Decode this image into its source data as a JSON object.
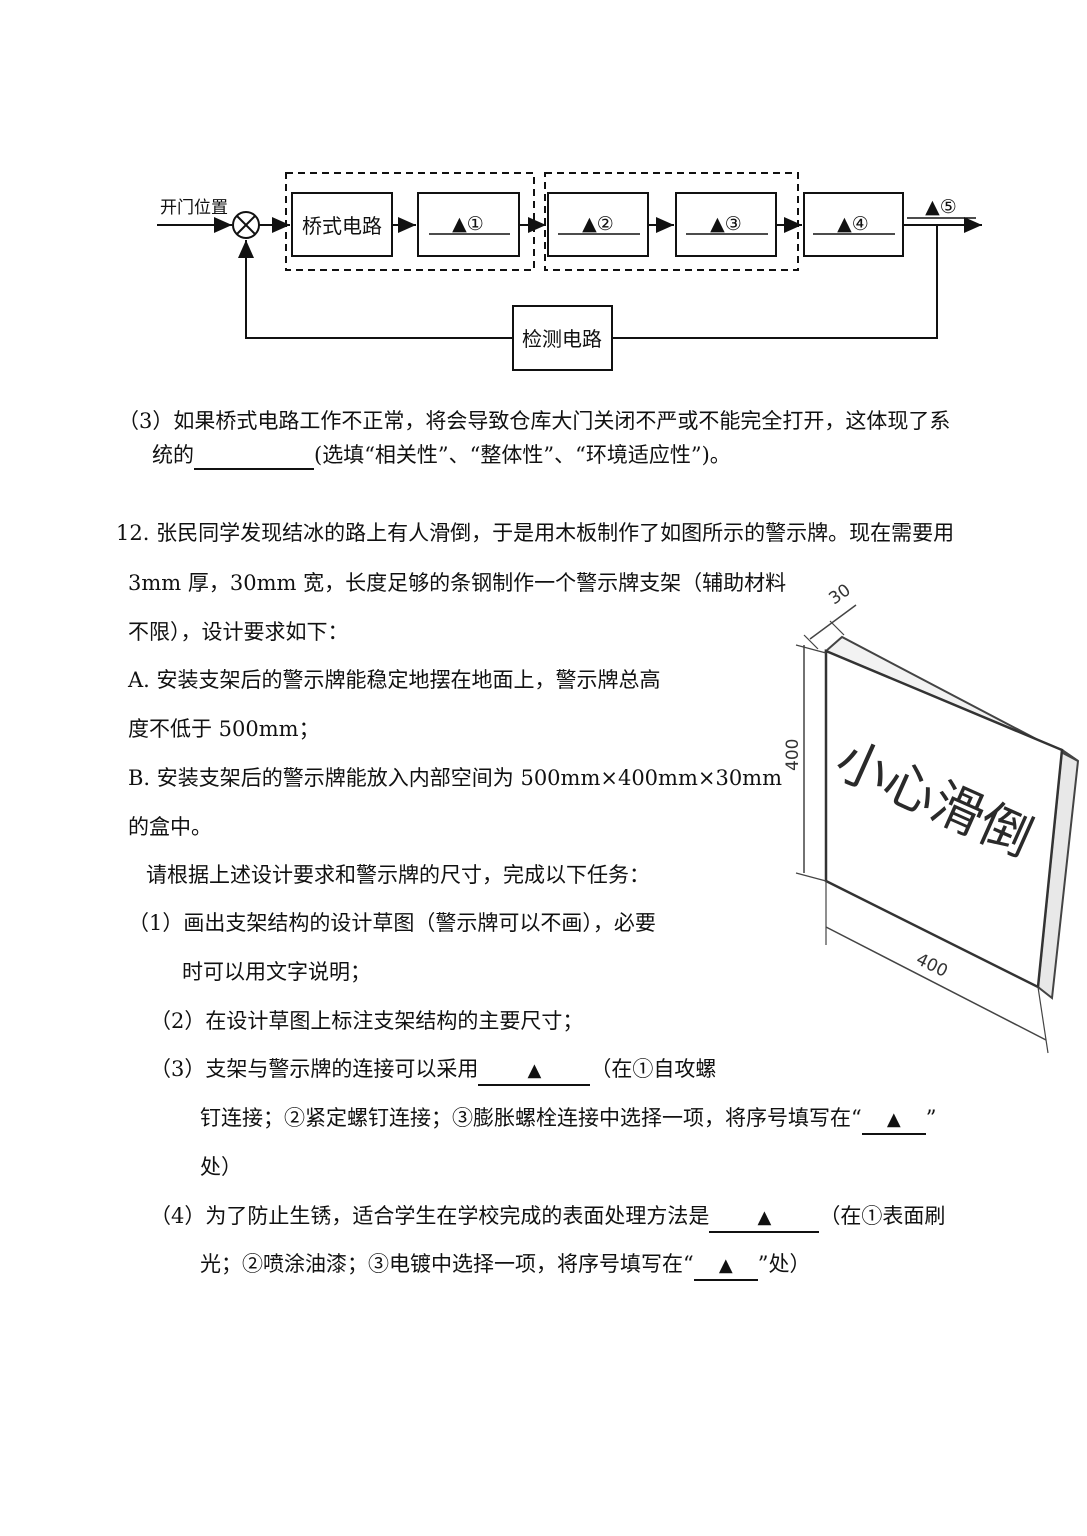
{
  "diagram": {
    "input_label": "开门位置",
    "block_bridge": "桥式电路",
    "block_1": "▲①",
    "block_2": "▲②",
    "block_3": "▲③",
    "block_4": "▲④",
    "output_5": "▲⑤",
    "feedback_block": "检测电路"
  },
  "q3": {
    "line1": "（3）如果桥式电路工作不正常，将会导致仓库大门关闭不严或不能完全打开，这体现了系",
    "line2_prefix": "统的",
    "line2_suffix": "(选填“相关性”、“整体性”、“环境适应性”)。"
  },
  "q12": {
    "intro_line1": "12. 张民同学发现结冰的路上有人滑倒，于是用木板制作了如图所示的警示牌。现在需要用",
    "intro_line2": "3mm 厚，30mm 宽，长度足够的条钢制作一个警示牌支架（辅助材料",
    "intro_line3": "不限），设计要求如下：",
    "req_a_line1": "A. 安装支架后的警示牌能稳定地摆在地面上，警示牌总高",
    "req_a_line2": "度不低于 500mm；",
    "req_b_line1": "B. 安装支架后的警示牌能放入内部空间为 500mm×400mm×30mm",
    "req_b_line2": "的盒中。",
    "task_intro": "请根据上述设计要求和警示牌的尺寸，完成以下任务：",
    "task1_line1": "（1）画出支架结构的设计草图（警示牌可以不画），必要",
    "task1_line2": "时可以用文字说明；",
    "task2": "（2）在设计草图上标注支架结构的主要尺寸；",
    "task3_prefix": "（3）支架与警示牌的连接可以采用",
    "task3_blank": "▲",
    "task3_suffix": "（在①自攻螺",
    "task3_line2_prefix": "钉连接；②紧定螺钉连接；③膨胀螺栓连接中选择一项，将序号填写在“",
    "task3_line2_blank": "▲",
    "task3_line2_suffix": "”",
    "task3_line3": "处）",
    "task4_prefix": "（4）为了防止生锈，适合学生在学校完成的表面处理方法是",
    "task4_blank": "▲",
    "task4_suffix": "（在①表面刷",
    "task4_line2_prefix": "光；②喷涂油漆；③电镀中选择一项，将序号填写在“",
    "task4_line2_blank": "▲",
    "task4_line2_suffix": "”处）"
  },
  "sign": {
    "text": "小心滑倒",
    "dim_thickness": "30",
    "dim_height": "400",
    "dim_width": "400"
  }
}
